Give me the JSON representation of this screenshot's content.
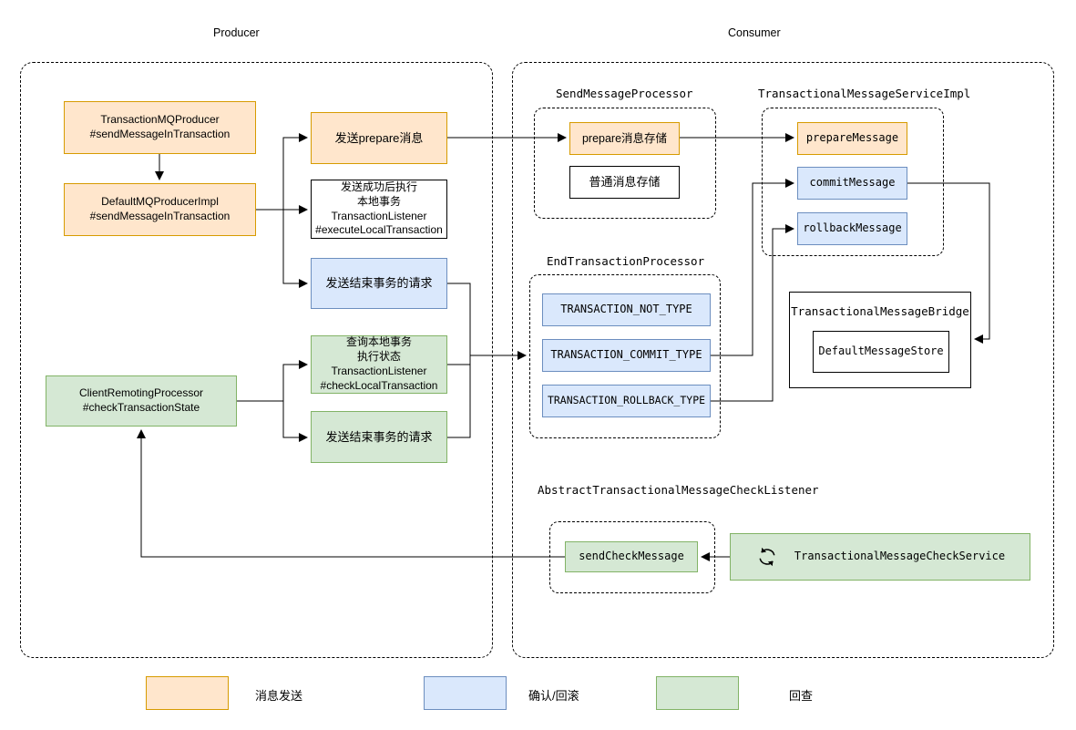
{
  "diagram": {
    "producer_label": "Producer",
    "consumer_label": "Consumer"
  },
  "producer": {
    "transaction_mq_producer": "TransactionMQProducer\n#sendMessageInTransaction",
    "default_mq_producer_impl": "DefaultMQProducerImpl\n#sendMessageInTransaction",
    "send_prepare": "发送prepare消息",
    "execute_local_transaction": "发送成功后执行\n本地事务\nTransactionListener\n#executeLocalTransaction",
    "send_end_transaction_blue": "发送结束事务的请求",
    "client_remoting_processor": "ClientRemotingProcessor\n#checkTransactionState",
    "check_local_transaction": "查询本地事务\n执行状态\nTransactionListener\n#checkLocalTransaction",
    "send_end_transaction_green": "发送结束事务的请求"
  },
  "consumer": {
    "send_message_processor": {
      "title": "SendMessageProcessor",
      "prepare_store": "prepare消息存储",
      "normal_store": "普通消息存储"
    },
    "transactional_message_service": {
      "title": "TransactionalMessageServiceImpl",
      "prepare_message": "prepareMessage",
      "commit_message": "commitMessage",
      "rollback_message": "rollbackMessage"
    },
    "end_transaction_processor": {
      "title": "EndTransactionProcessor",
      "not_type": "TRANSACTION_NOT_TYPE",
      "commit_type": "TRANSACTION_COMMIT_TYPE",
      "rollback_type": "TRANSACTION_ROLLBACK_TYPE"
    },
    "bridge": {
      "title": "TransactionalMessageBridge",
      "default_message_store": "DefaultMessageStore"
    },
    "check_listener": {
      "title": "AbstractTransactionalMessageCheckListener",
      "send_check_message": "sendCheckMessage",
      "check_service": "TransactionalMessageCheckService"
    }
  },
  "legend": {
    "send_label": "消息发送",
    "confirm_label": "确认/回滚",
    "check_label": "回查"
  },
  "colors": {
    "orange_fill": "#ffe6cc",
    "orange_border": "#d79b00",
    "blue_fill": "#dae8fc",
    "blue_border": "#6c8ebf",
    "green_fill": "#d5e8d4",
    "green_border": "#82b366",
    "line": "#000000"
  }
}
